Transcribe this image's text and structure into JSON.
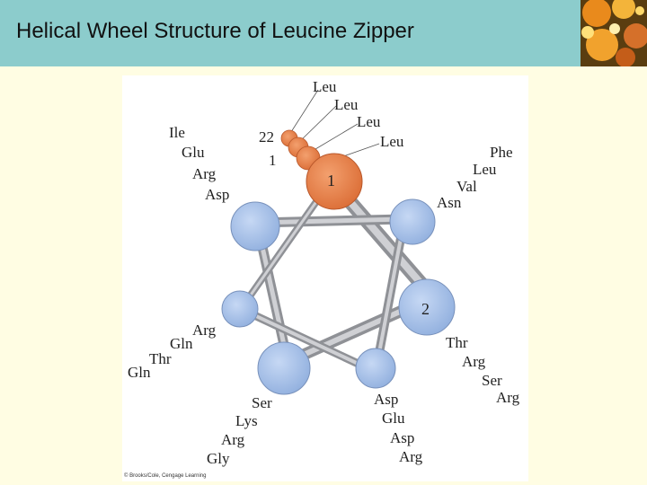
{
  "slide": {
    "title": "Helical Wheel Structure of Leucine Zipper"
  },
  "wheel": {
    "position_labels": {
      "p1": "1",
      "p2": "2",
      "p22": "22",
      "p1_small": "1"
    },
    "heptad_a": [
      "Leu",
      "Leu",
      "Leu",
      "Leu"
    ],
    "pos_top_left": [
      "Ile",
      "Glu",
      "Arg",
      "Asp"
    ],
    "pos_top_right": [
      "Phe",
      "Leu",
      "Val",
      "Asn"
    ],
    "pos_left": [
      "Arg",
      "Gln",
      "Thr",
      "Gln"
    ],
    "pos_right": [
      "Thr",
      "Arg",
      "Ser",
      "Arg"
    ],
    "pos_bottom_left": [
      "Ser",
      "Lys",
      "Arg",
      "Gly"
    ],
    "pos_bottom_right": [
      "Asp",
      "Glu",
      "Asp",
      "Arg"
    ],
    "credit": "© Brooks/Cole, Cengage Learning",
    "colors": {
      "node_blue": "#a7c2ea",
      "node_orange": "#e8804a",
      "rod_gray": "#b4b6bb"
    }
  }
}
